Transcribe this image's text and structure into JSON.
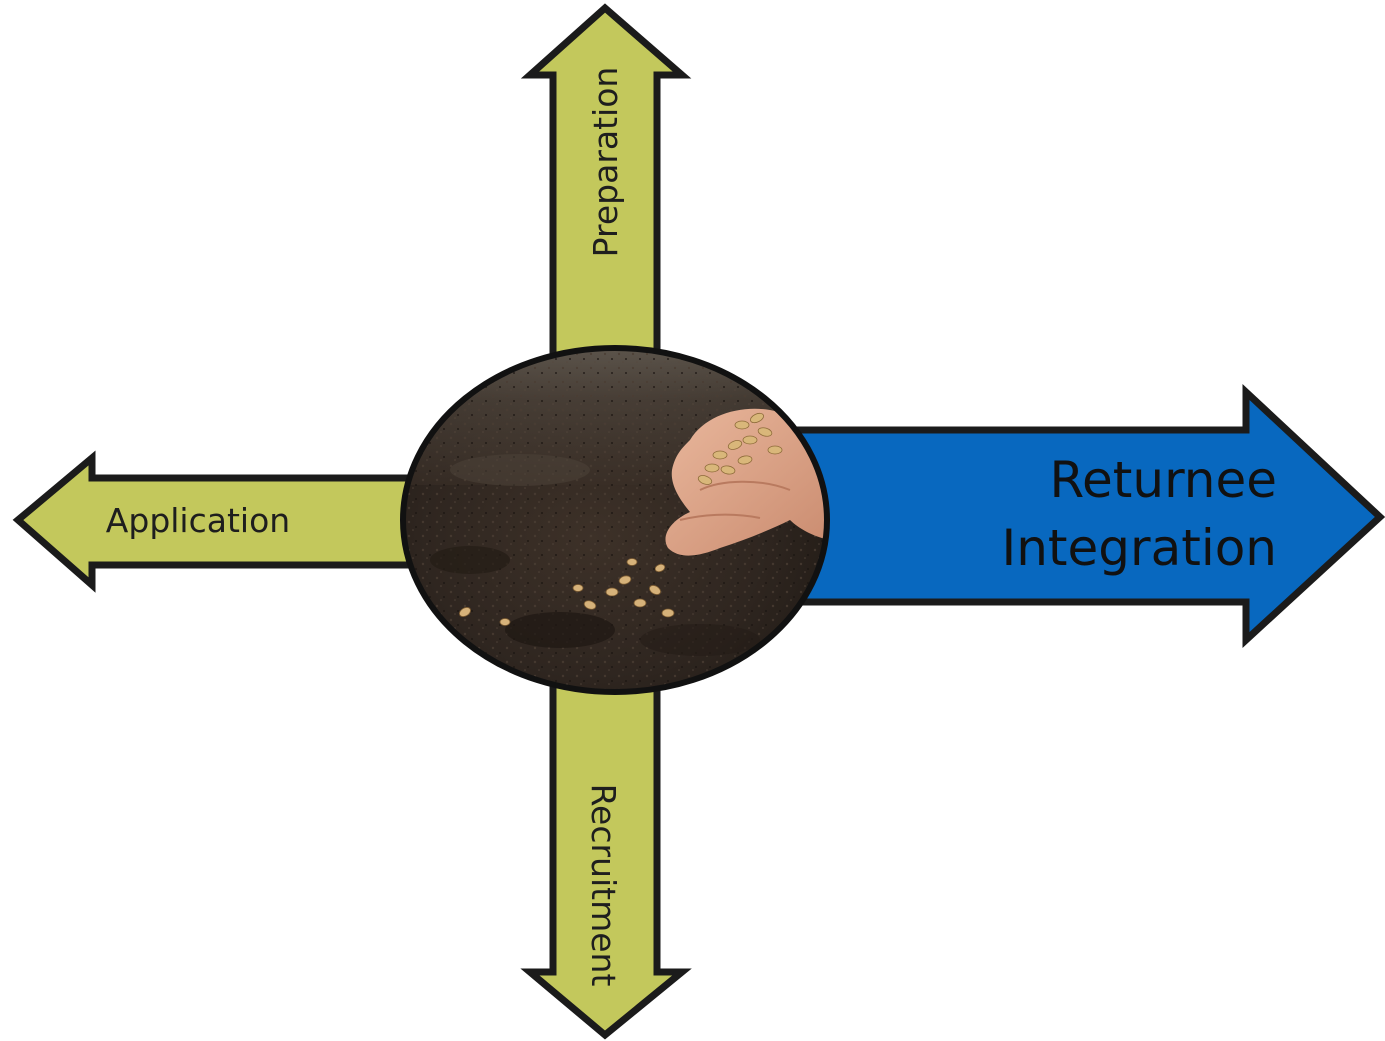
{
  "diagram": {
    "center_image": {
      "name": "seed-sowing-photo",
      "description_icon": "hand-sowing-seeds-in-soil"
    },
    "arrows": {
      "up": {
        "label": "Preparation",
        "color": "#c3c85c"
      },
      "left": {
        "label": "Application",
        "color": "#c3c85c"
      },
      "down": {
        "label": "Recruitment",
        "color": "#c3c85c"
      },
      "right": {
        "label_line1": "Returnee",
        "label_line2": "Integration",
        "color": "#0868bf"
      }
    },
    "outline_color": "#1b1b1b"
  }
}
